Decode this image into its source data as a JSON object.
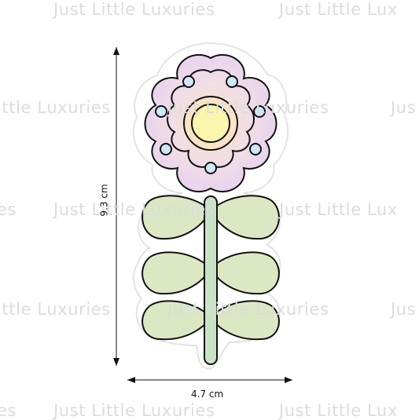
{
  "watermark": {
    "text": "Just Little Luxuries",
    "partial_right": "Just Little Lux",
    "partial_left": "ittle Luxuries",
    "partial_tail": "Jus",
    "partial_es": "es",
    "color": "#dcdcdc"
  },
  "dimensions": {
    "height": "9.3 cm",
    "width": "4.7 cm"
  },
  "sticker": {
    "border_color": "#e3e3e3",
    "outline_color": "#111111",
    "petal_color": "#ecd6ee",
    "ring_color": "#fbe3c3",
    "center_color": "#fbf6ae",
    "dot_color": "#cfe8f7",
    "leaf_color": "#dce8c3",
    "stem_color": "#c9e3c5"
  }
}
